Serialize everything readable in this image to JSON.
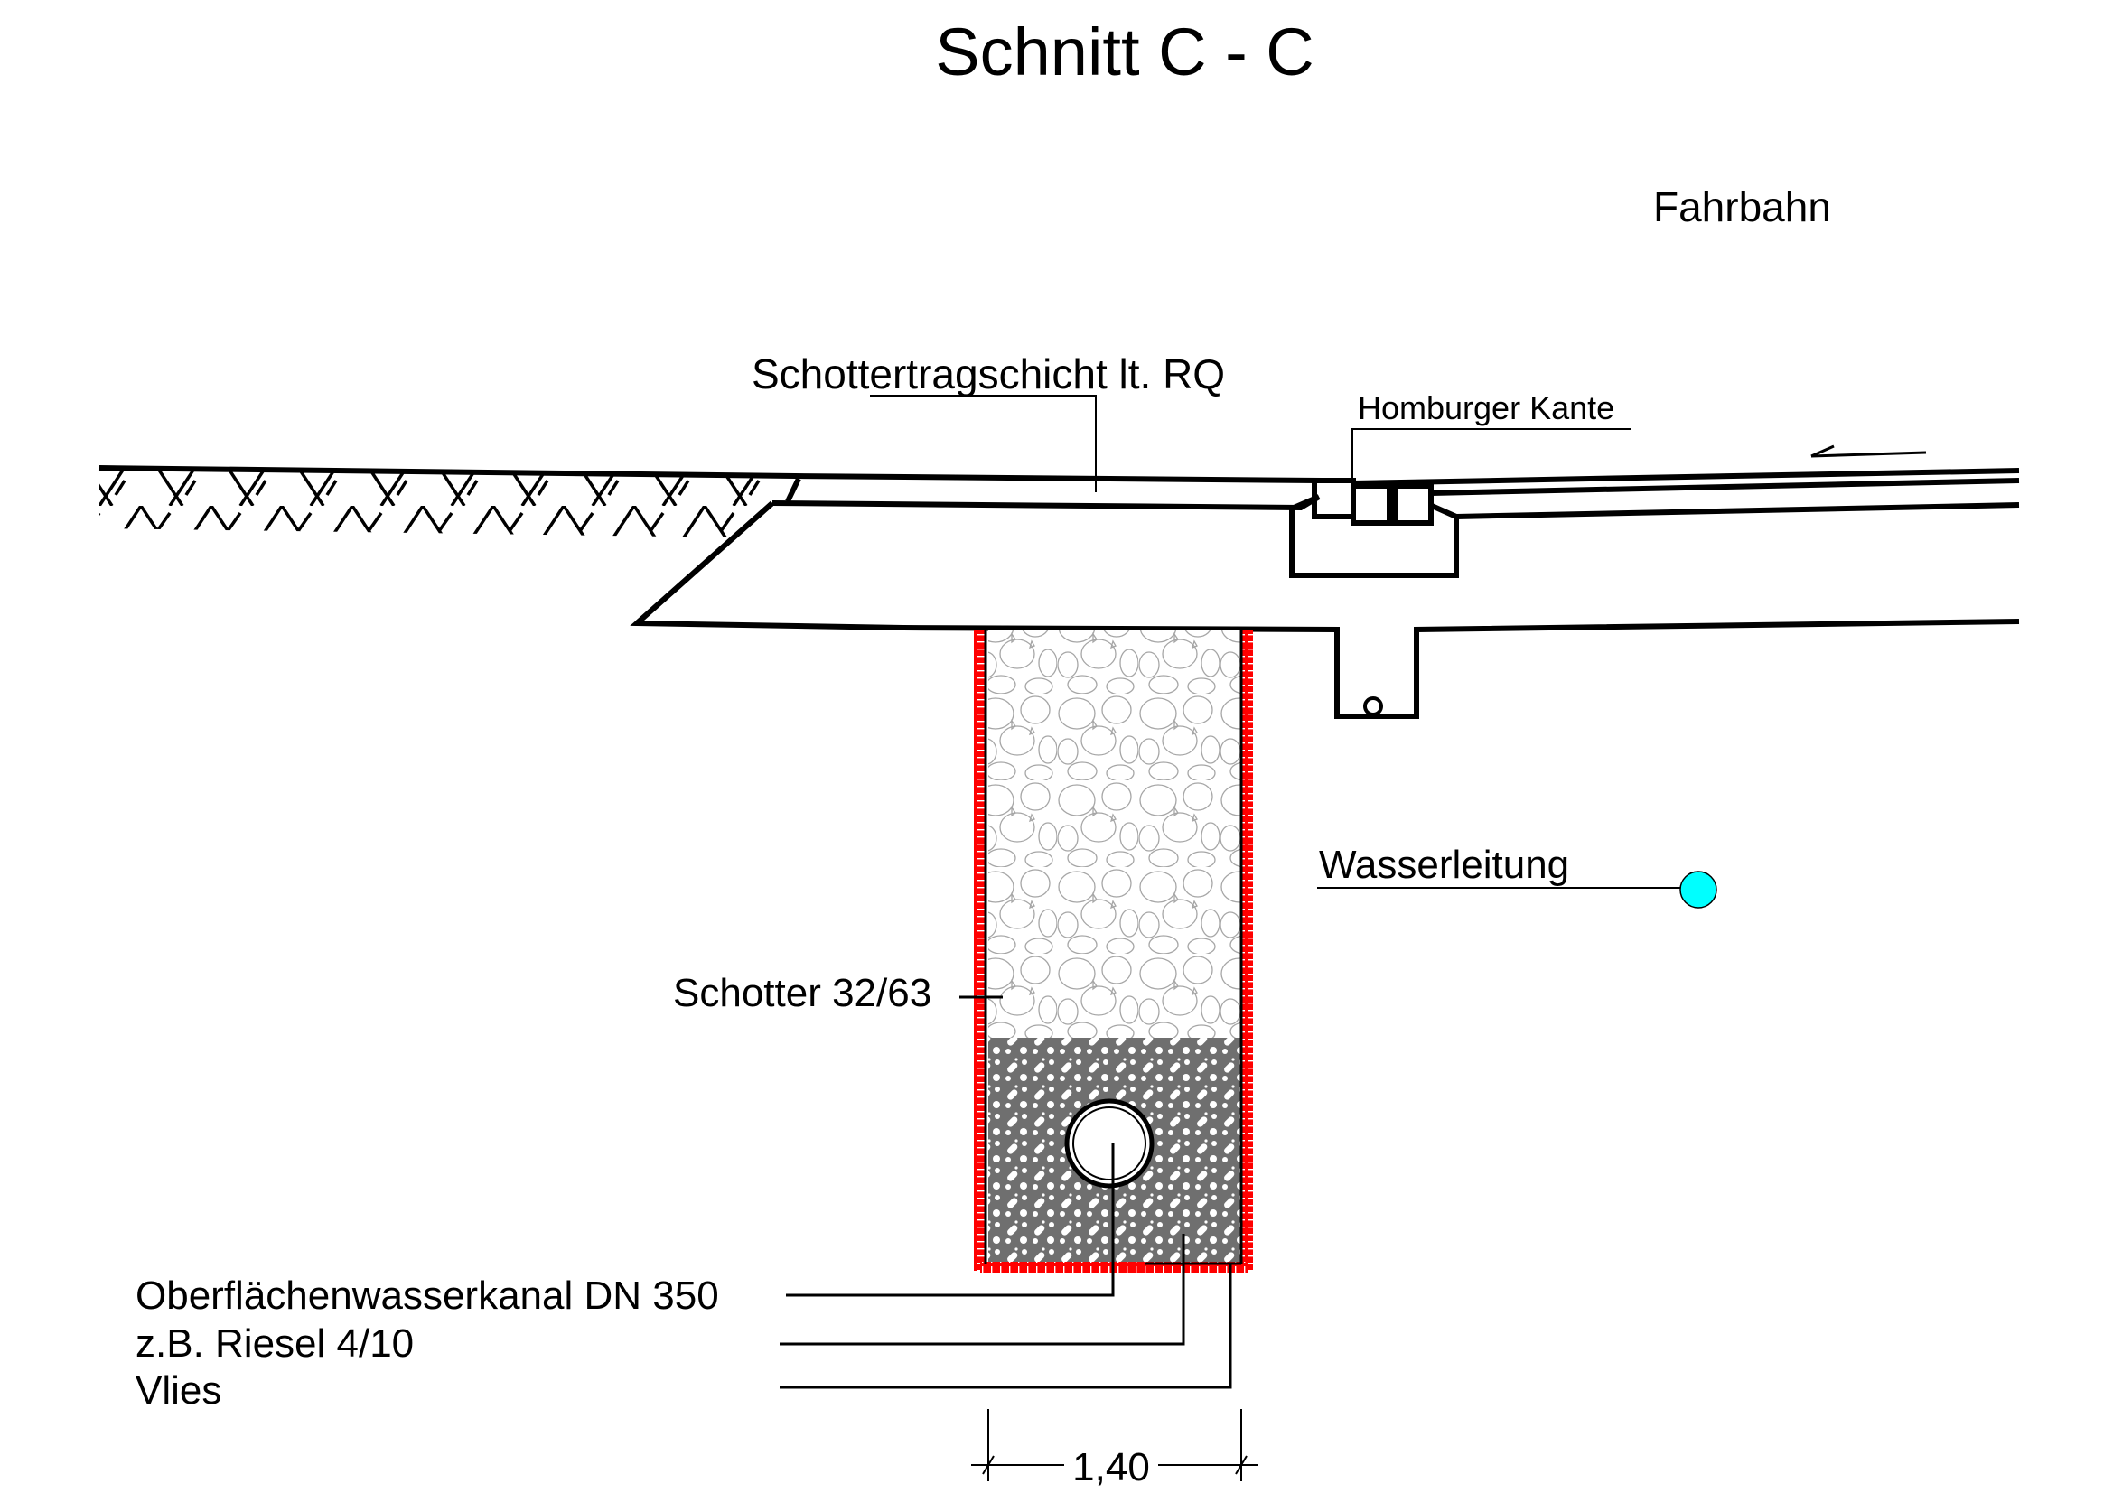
{
  "title": "Schnitt C - C",
  "labels": {
    "fahrbahn": "Fahrbahn",
    "schottertragschicht": "Schottertragschicht lt. RQ",
    "homburger_kante": "Homburger Kante",
    "wasserleitung": "Wasserleitung",
    "schotter": "Schotter 32/63",
    "kanal": "Oberflächenwasserkanal DN 350",
    "riesel": "z.B. Riesel 4/10",
    "vlies": "Vlies"
  },
  "dimension": {
    "trench_width": "1,40"
  },
  "colors": {
    "vlies": "#ff0000",
    "water_pipe": "#00ffff",
    "gravel_coarse": "#a0a0a0",
    "gravel_fine": "#6e6e6e",
    "line": "#000000"
  },
  "icons": {
    "direction_arrow": "arrow-left-icon",
    "water_pipe": "water-pipe-circle-icon",
    "drain_pipe": "drain-pipe-circle-icon"
  }
}
